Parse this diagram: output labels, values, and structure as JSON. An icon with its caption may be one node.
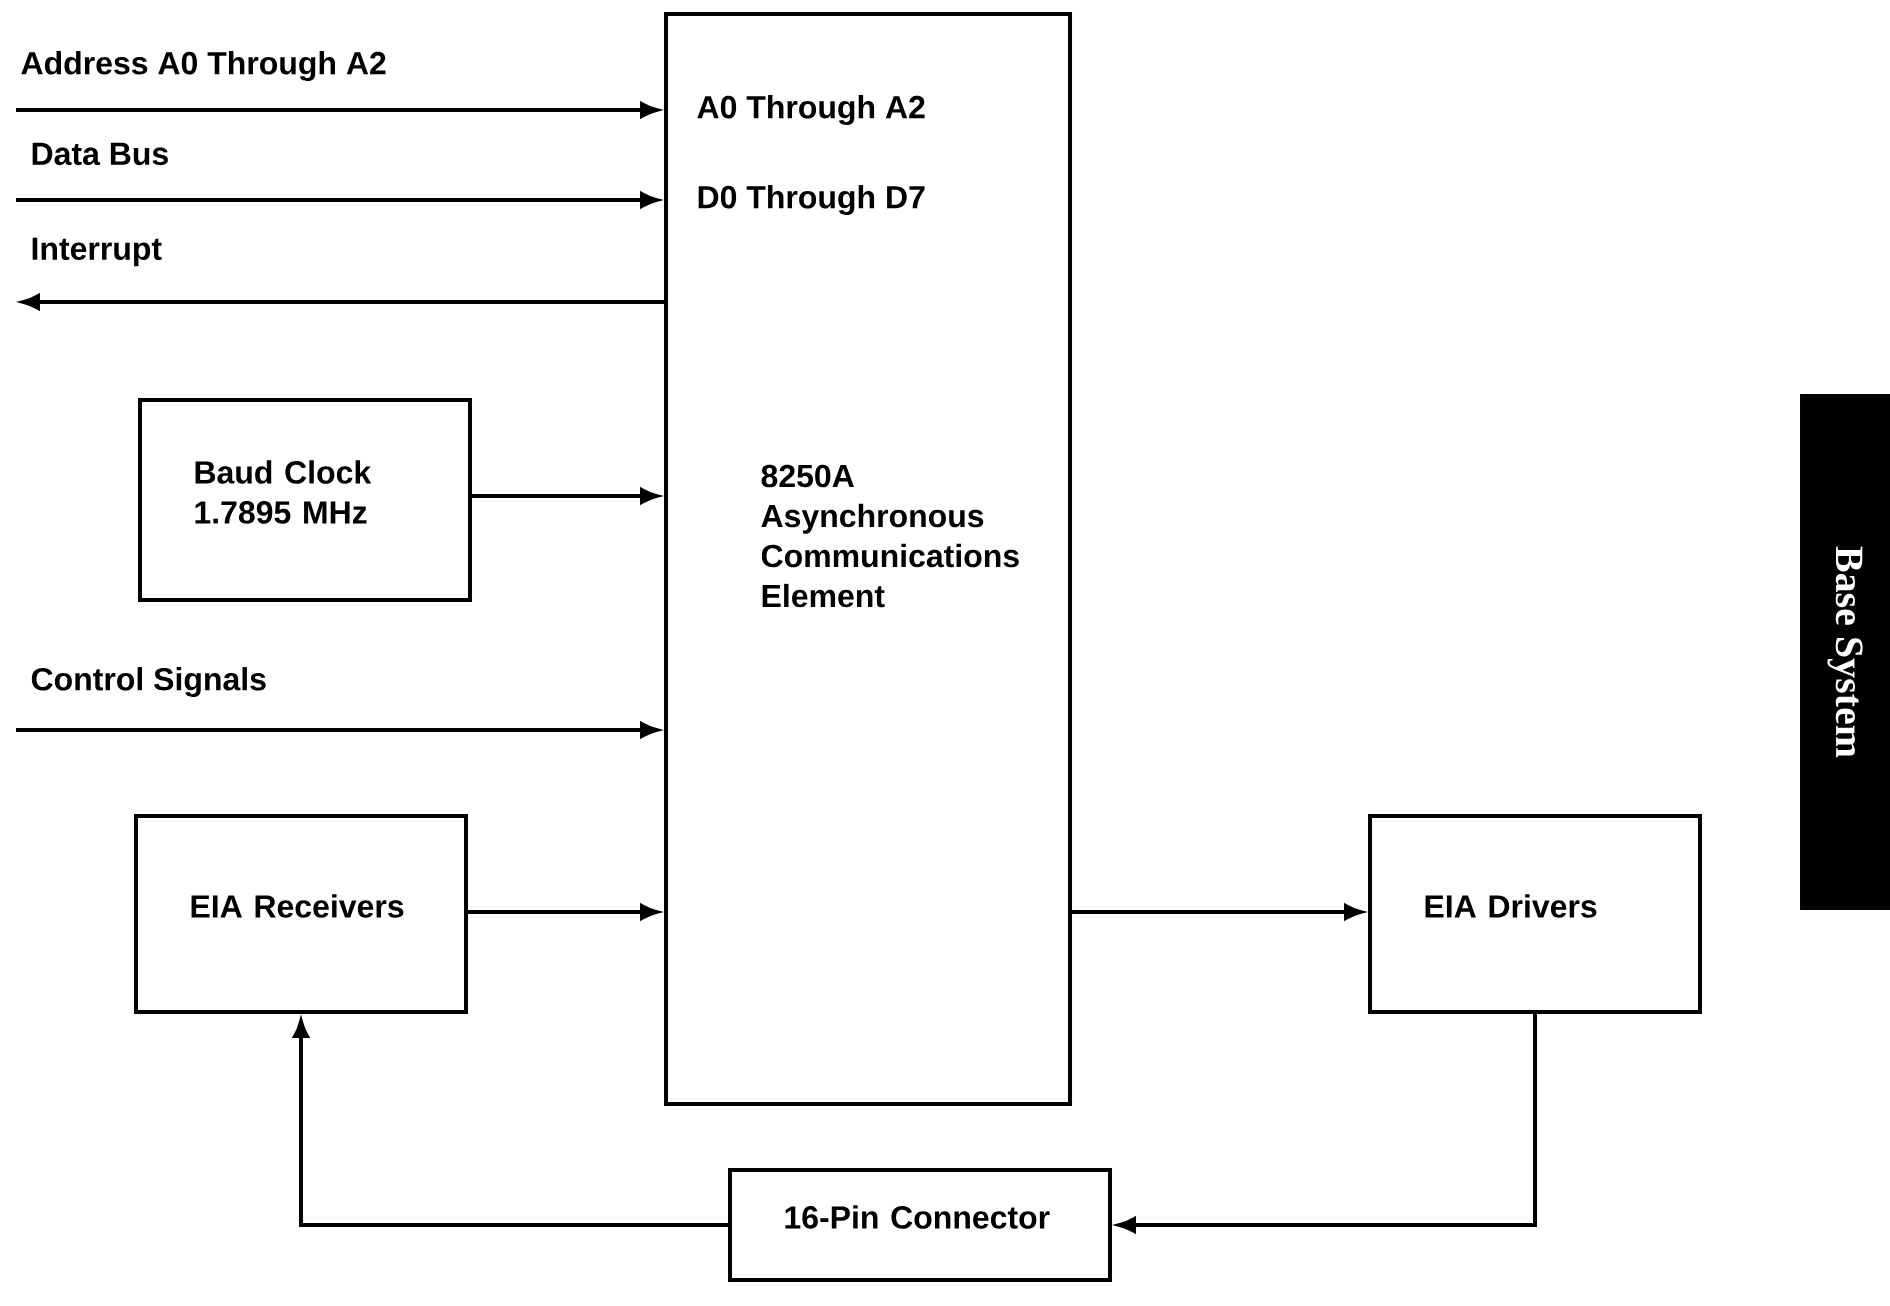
{
  "diagram": {
    "nodes": [
      {
        "text": [
          "A0 Through A2",
          "D0 Through D7",
          "8250A Asynchronous Communications Element"
        ]
      },
      {
        "text": [
          "Baud Clock 1.7895 MHz"
        ]
      },
      {
        "text": [
          "EIA Receivers"
        ]
      },
      {
        "text": [
          "EIA Drivers"
        ]
      },
      {
        "text": [
          "16-Pin Connector"
        ]
      },
      {
        "text": [
          "Base System"
        ]
      }
    ],
    "edges": [
      {
        "from": null,
        "to": 0,
        "arrow": "to",
        "label": "Address A0 Through A2"
      },
      {
        "from": null,
        "to": 0,
        "arrow": "to",
        "label": "Data Bus"
      },
      {
        "from": 0,
        "to": null,
        "arrow": "to",
        "label": "Interrupt"
      },
      {
        "from": 1,
        "to": 0,
        "arrow": "to"
      },
      {
        "from": null,
        "to": 0,
        "arrow": "to",
        "label": "Control Signals"
      },
      {
        "from": 2,
        "to": 0,
        "arrow": "to"
      },
      {
        "from": 0,
        "to": 3,
        "arrow": "to"
      },
      {
        "from": 3,
        "to": 4,
        "arrow": "to"
      },
      {
        "from": 4,
        "to": 2,
        "arrow": "to"
      }
    ]
  }
}
